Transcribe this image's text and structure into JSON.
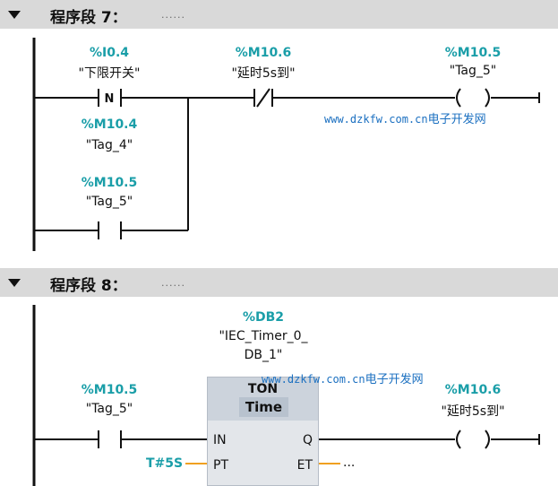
{
  "network7": {
    "title": "程序段 7：",
    "comment": "......",
    "contacts": [
      {
        "address": "%I0.4",
        "tag": "\"下限开关\"",
        "symbol": "N"
      },
      {
        "address": "%M10.4",
        "tag": "\"Tag_4\""
      },
      {
        "address": "%M10.5",
        "tag": "\"Tag_5\""
      },
      {
        "address": "%M10.6",
        "tag": "\"延时5s到\""
      }
    ],
    "coil": {
      "address": "%M10.5",
      "tag": "\"Tag_5\""
    }
  },
  "network8": {
    "title": "程序段 8：",
    "comment": "......",
    "contact": {
      "address": "%M10.5",
      "tag": "\"Tag_5\""
    },
    "timer": {
      "db_address": "%DB2",
      "db_name_line1": "\"IEC_Timer_0_",
      "db_name_line2": "DB_1\"",
      "type": "TON",
      "time_type": "Time",
      "pin_in": "IN",
      "pin_pt": "PT",
      "pin_q": "Q",
      "pin_et": "ET",
      "pt_value": "T#5S",
      "et_value": "..."
    },
    "coil": {
      "address": "%M10.6",
      "tag": "\"延时5s到\""
    }
  },
  "watermark": {
    "url": "www.dzkfw.com.cn",
    "name": "电子开发网"
  },
  "colors": {
    "address": "#1a9ea8",
    "header_bg": "#d9d9d9",
    "param_line": "#f0a020"
  }
}
